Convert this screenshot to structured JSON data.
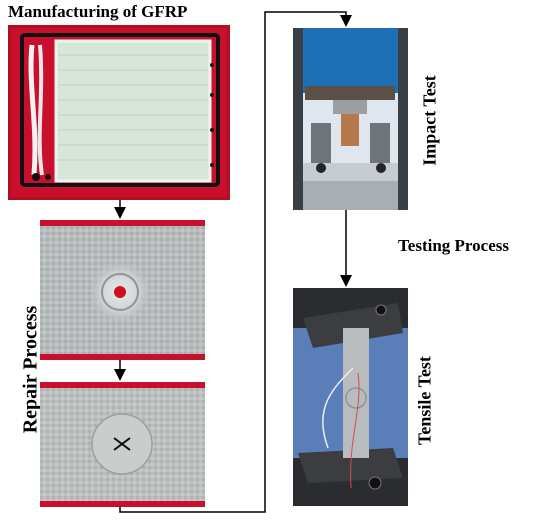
{
  "labels": {
    "manufacturing": "Manufacturing of GFRP",
    "repair": "Repair Process",
    "impact": "Impact Test",
    "testing": "Testing Process",
    "tensile": "Tensile Test"
  },
  "colors": {
    "red_frame": "#c8102e",
    "laminate": "#d7e6d9",
    "line": "#000000"
  }
}
